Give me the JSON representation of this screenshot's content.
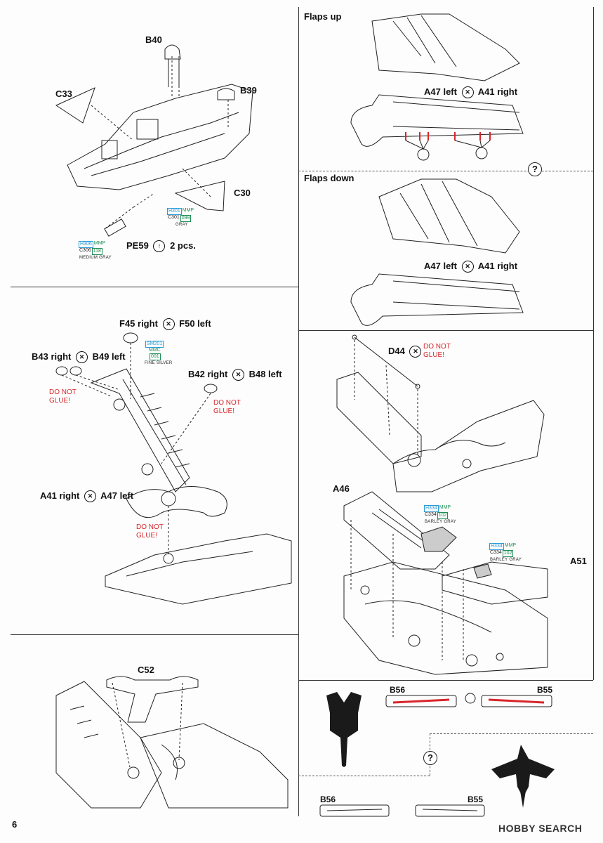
{
  "page_number": "6",
  "watermark": "HOBBY SEARCH",
  "steps": {
    "cockpit": {
      "B40": "B40",
      "C33": "C33",
      "B39": "B39",
      "C30": "C30",
      "pe59": "PE59",
      "pe59_count": "2 pcs.",
      "paint_c30": {
        "h": "H301",
        "m": "MMP",
        "c": "C301",
        "n": "099",
        "name": "GRAY"
      },
      "paint_pe59": {
        "h": "H306",
        "m": "MMP",
        "c": "C306",
        "n": "118",
        "name": "MEDIUM GRAY"
      }
    },
    "flaps_up": {
      "title": "Flaps up",
      "a47": "A47 left",
      "a41": "A41 right"
    },
    "flaps_down": {
      "title": "Flaps down",
      "a47": "A47 left",
      "a41": "A41 right"
    },
    "wing_mech": {
      "f45": "F45 right",
      "f50": "F50 left",
      "paint_f45": {
        "h": "SM201",
        "m": "MMC",
        "n": "001",
        "name": "FINE SILVER"
      },
      "b43": "B43 right",
      "b49": "B49 left",
      "b42": "B42 right",
      "b48": "B48 left",
      "a41": "A41 right",
      "a47": "A47 left",
      "do_not_glue_1": "DO NOT\nGLUE!",
      "do_not_glue_2": "DO NOT\nGLUE!",
      "do_not_glue_3": "DO NOT\nGLUE!"
    },
    "d44_step": {
      "d44": "D44",
      "do_not_glue": "DO NOT\nGLUE!"
    },
    "a46_step": {
      "a46": "A46",
      "a51": "A51",
      "paint_1": {
        "h": "H334",
        "m": "MMP",
        "c": "C334",
        "n": "102",
        "name": "BARLEY GRAY"
      },
      "paint_2": {
        "h": "H334",
        "m": "MMP",
        "c": "C334",
        "n": "102",
        "name": "BARLEY GRAY"
      }
    },
    "c52_step": {
      "c52": "C52"
    },
    "pylon_step": {
      "b56_top": "B56",
      "b55_top": "B55",
      "b56_bottom": "B56",
      "b55_bottom": "B55"
    }
  },
  "icons": {
    "glue": "glue-cross-icon",
    "question": "question-icon",
    "pe_fold": "fold-icon",
    "screw": "screw-icon"
  },
  "colors": {
    "red_note": "#d8262b",
    "paint_h": "#2a9bd6",
    "paint_c": "#1e8f55"
  }
}
